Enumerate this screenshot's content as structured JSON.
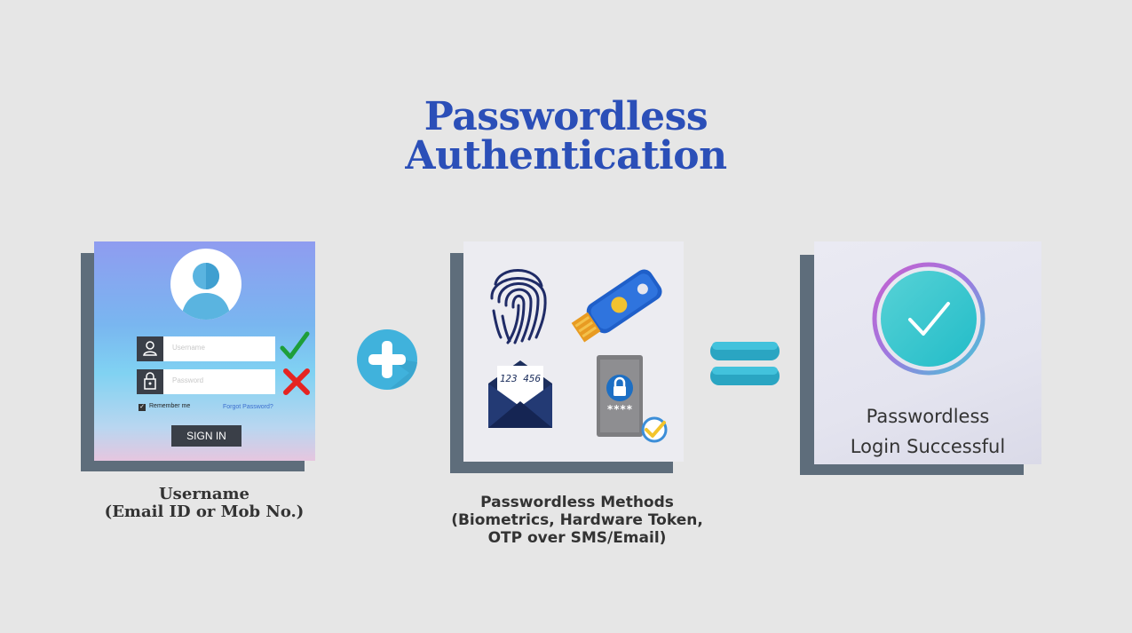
{
  "title": {
    "line1": "Passwordless",
    "line2": "Authentication"
  },
  "login_panel": {
    "username_placeholder": "Username",
    "password_placeholder": "Password",
    "remember_label": "Remember me",
    "forgot_label": "Forgot Password?",
    "signin_label": "SIGN IN"
  },
  "methods_panel": {
    "otp_code": "123 456",
    "pin_mask": "****"
  },
  "success_panel": {
    "line1": "Passwordless",
    "line2": "Login Successful"
  },
  "captions": {
    "username_line1": "Username",
    "username_line2": "(Email ID or Mob No.)",
    "methods_line1": "Passwordless Methods",
    "methods_line2": "(Biometrics, Hardware Token,",
    "methods_line3": "OTP over SMS/Email)"
  },
  "colors": {
    "title": "#2b4fb8",
    "shadow": "#5e6d7b",
    "accent": "#40b2dc",
    "check_green": "#1e9e3a",
    "cross_red": "#e52421"
  }
}
